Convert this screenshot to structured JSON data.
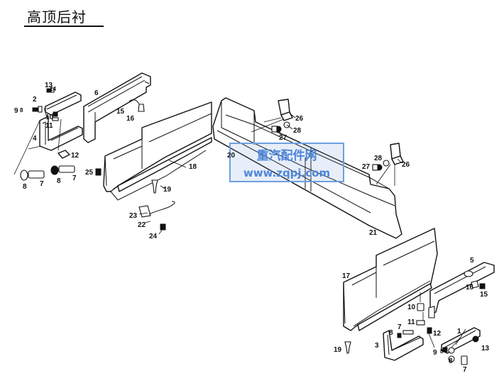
{
  "title": "高顶后衬",
  "watermark": {
    "line1": "重汽配件网",
    "line2": "www.zqpj.com",
    "color": "#4f86d8"
  },
  "callouts": [
    {
      "id": "c-13a",
      "text": "13"
    },
    {
      "id": "c-14a",
      "text": "14"
    },
    {
      "id": "c-2a",
      "text": "2"
    },
    {
      "id": "c-9a",
      "text": "9"
    },
    {
      "id": "c-8a",
      "text": "8"
    },
    {
      "id": "c-10a",
      "text": "10"
    },
    {
      "id": "c-11a",
      "text": "11"
    },
    {
      "id": "c-4a",
      "text": "4"
    },
    {
      "id": "c-12a",
      "text": "12"
    },
    {
      "id": "c-8b",
      "text": "8"
    },
    {
      "id": "c-7a",
      "text": "7"
    },
    {
      "id": "c-8c",
      "text": "8"
    },
    {
      "id": "c-7b",
      "text": "7"
    },
    {
      "id": "c-6",
      "text": "6"
    },
    {
      "id": "c-15a",
      "text": "15"
    },
    {
      "id": "c-16a",
      "text": "16"
    },
    {
      "id": "c-18",
      "text": "18"
    },
    {
      "id": "c-25",
      "text": "25"
    },
    {
      "id": "c-19a",
      "text": "19"
    },
    {
      "id": "c-23",
      "text": "23"
    },
    {
      "id": "c-22",
      "text": "22"
    },
    {
      "id": "c-24",
      "text": "24"
    },
    {
      "id": "c-26a",
      "text": "26"
    },
    {
      "id": "c-27a",
      "text": "27"
    },
    {
      "id": "c-28a",
      "text": "28"
    },
    {
      "id": "c-20",
      "text": "20"
    },
    {
      "id": "c-28b",
      "text": "28"
    },
    {
      "id": "c-27b",
      "text": "27"
    },
    {
      "id": "c-26b",
      "text": "26"
    },
    {
      "id": "c-21",
      "text": "21"
    },
    {
      "id": "c-17",
      "text": "17"
    },
    {
      "id": "c-5",
      "text": "5"
    },
    {
      "id": "c-16b",
      "text": "16"
    },
    {
      "id": "c-15b",
      "text": "15"
    },
    {
      "id": "c-10b",
      "text": "10"
    },
    {
      "id": "c-11b",
      "text": "11"
    },
    {
      "id": "c-12b",
      "text": "12"
    },
    {
      "id": "c-8d",
      "text": "8"
    },
    {
      "id": "c-7c",
      "text": "7"
    },
    {
      "id": "c-1",
      "text": "1"
    },
    {
      "id": "c-3",
      "text": "3"
    },
    {
      "id": "c-9b",
      "text": "9"
    },
    {
      "id": "c-8e",
      "text": "8"
    },
    {
      "id": "c-13b",
      "text": "13"
    },
    {
      "id": "c-8f",
      "text": "8"
    },
    {
      "id": "c-7d",
      "text": "7"
    },
    {
      "id": "c-19b",
      "text": "19"
    }
  ]
}
